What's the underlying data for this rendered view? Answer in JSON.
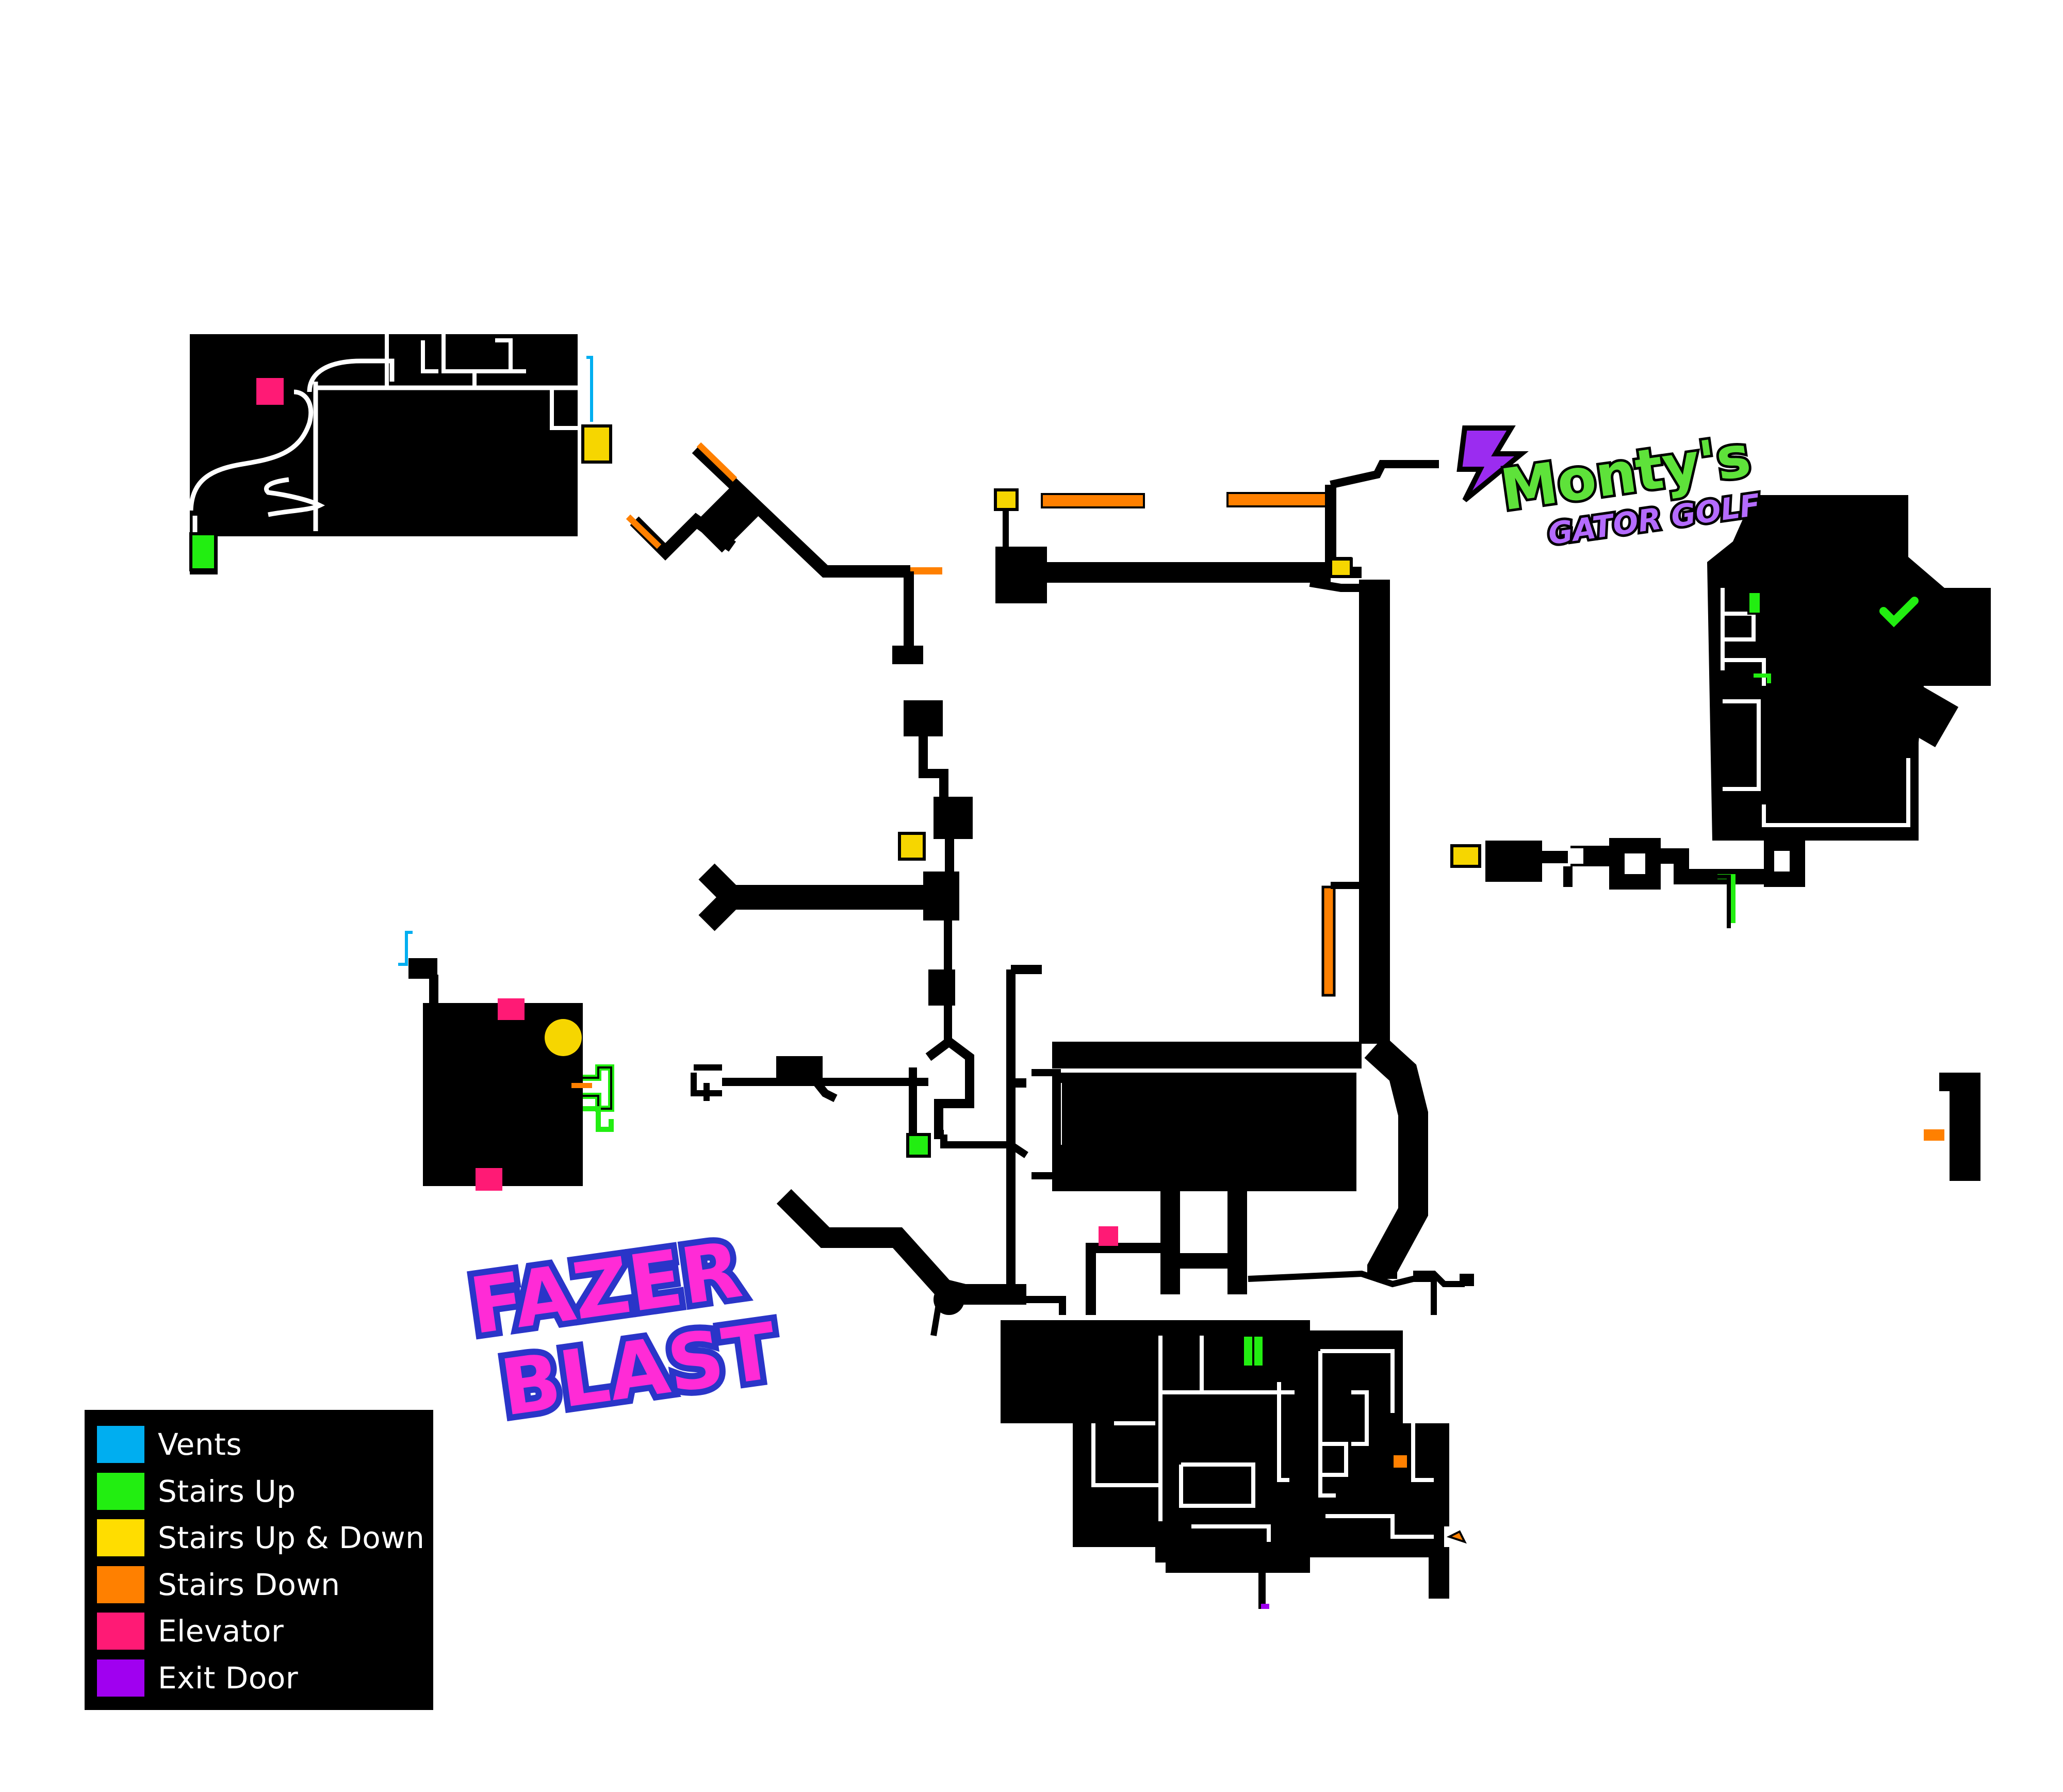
{
  "legend": {
    "items": [
      {
        "label": "Vents",
        "color": "#00aef0"
      },
      {
        "label": "Stairs Up",
        "color": "#22ee11"
      },
      {
        "label": "Stairs Up & Down",
        "color": "#ffdd00"
      },
      {
        "label": "Stairs Down",
        "color": "#ff8000"
      },
      {
        "label": "Elevator",
        "color": "#ff1a75"
      },
      {
        "label": "Exit Door",
        "color": "#a000f0"
      }
    ]
  },
  "logos": {
    "montys": {
      "line1": "Monty's",
      "line2": "GATOR GOLF"
    },
    "fazer": {
      "line1": "FAZER",
      "line2": "BLAST"
    }
  },
  "colors": {
    "wall": "#000000",
    "corridor": "#ffffff",
    "vents": "#00aef0",
    "stairs_up": "#22ee11",
    "stairs_up_down": "#ffdd00",
    "stairs_down": "#ff8000",
    "elevator": "#ff1a75",
    "exit_door": "#a000f0",
    "montys_green": "#5ee23a",
    "montys_purple": "#9b2cf0",
    "fazer_pink": "#ff2bd6",
    "fazer_blue": "#2a35c8",
    "marker_yellow": "#f6d600"
  }
}
